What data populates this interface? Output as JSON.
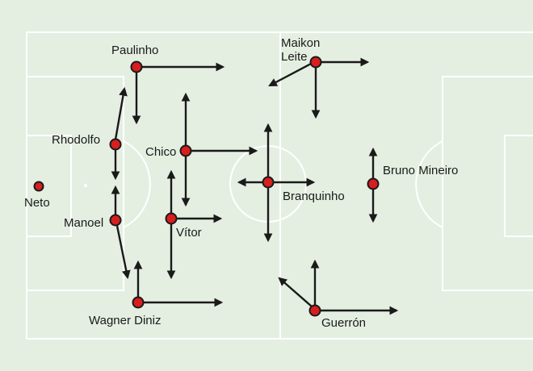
{
  "players": {
    "neto": "Neto",
    "paulinho": "Paulinho",
    "rhodolfo": "Rhodolfo",
    "manoel": "Manoel",
    "wagner_diniz": "Wagner Diniz",
    "chico": "Chico",
    "vitor": "Vítor",
    "maikon_leite_1": "Maikon",
    "maikon_leite_2": "Leite",
    "branquinho": "Branquinho",
    "bruno_mineiro": "Bruno Mineiro",
    "guerron": "Guerrón"
  },
  "colors": {
    "pitch": "#e4efe1",
    "lines": "#ffffff",
    "player": "#d81e1e",
    "arrow": "#1a1a1a"
  }
}
